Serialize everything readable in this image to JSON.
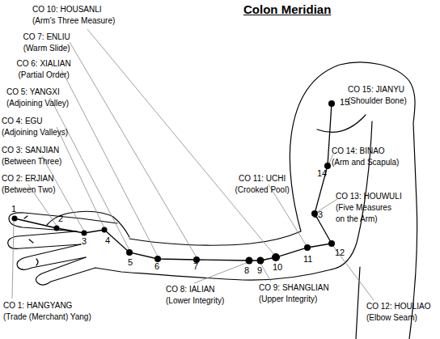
{
  "diagram": {
    "title": "Colon Meridian",
    "labels": [
      "CO 10: HOUSANLI (Arm's Three Measure)",
      "CO 7: ENLIU (Warm Slide)",
      "CO 6: XIALIAN (Partial Order)",
      "CO 5: YANGXI (Adjoining Valley)",
      "CO 4: EGU (Adjoining Valleys)",
      "CO 3: SANJIAN (Between Three)",
      "CO 2: ERJIAN (Between Two)",
      "CO 1: HANGYANG (Trade (Merchant) Yang)",
      "CO 15: JIANYU (Shoulder Bone)",
      "CO 14: BINAO (Arm and Scapula)",
      "CO 11: UCHI (Crooked Pool)",
      "CO 13: HOUWULI (Five Measures on the Arm)",
      "CO 12: HOULIAO (Elbow Seam)",
      "CO 8: IALIAN (Lower Integrity)",
      "CO 9: SHANGLIAN (Upper Integrity)",
      "1",
      "2",
      "3",
      "4",
      "5",
      "6",
      "7",
      "8",
      "9",
      "10",
      "11",
      "12",
      "13",
      "14",
      "15"
    ]
  }
}
